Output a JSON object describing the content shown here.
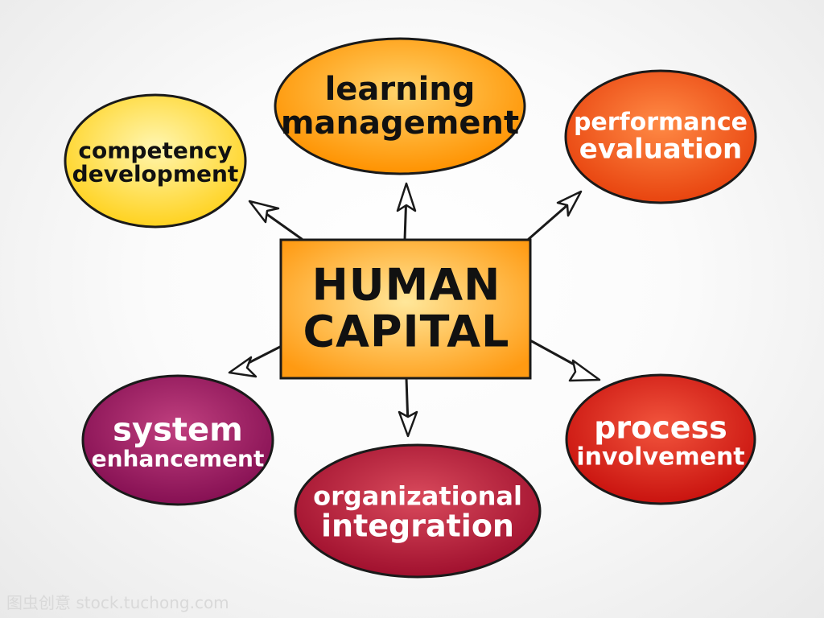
{
  "center": {
    "line1": "HUMAN",
    "line2": "CAPITAL",
    "color": "#ffa11a"
  },
  "nodes": [
    {
      "id": "learning-management",
      "line1": "learning",
      "line2": "management",
      "color": "#ff9f1c"
    },
    {
      "id": "performance-evaluation",
      "line1": "performance",
      "line2": "evaluation",
      "color": "#f05a1a"
    },
    {
      "id": "process-involvement",
      "line1": "process",
      "line2": "involvement",
      "color": "#d8281f"
    },
    {
      "id": "organizational-integration",
      "line1": "organizational",
      "line2": "integration",
      "color": "#b3193a"
    },
    {
      "id": "system-enhancement",
      "line1": "system",
      "line2": "enhancement",
      "color": "#98155e"
    },
    {
      "id": "competency-development",
      "line1": "competency",
      "line2": "development",
      "color": "#ffe24a"
    }
  ],
  "watermark": "图虫创意 stock.tuchong.com"
}
